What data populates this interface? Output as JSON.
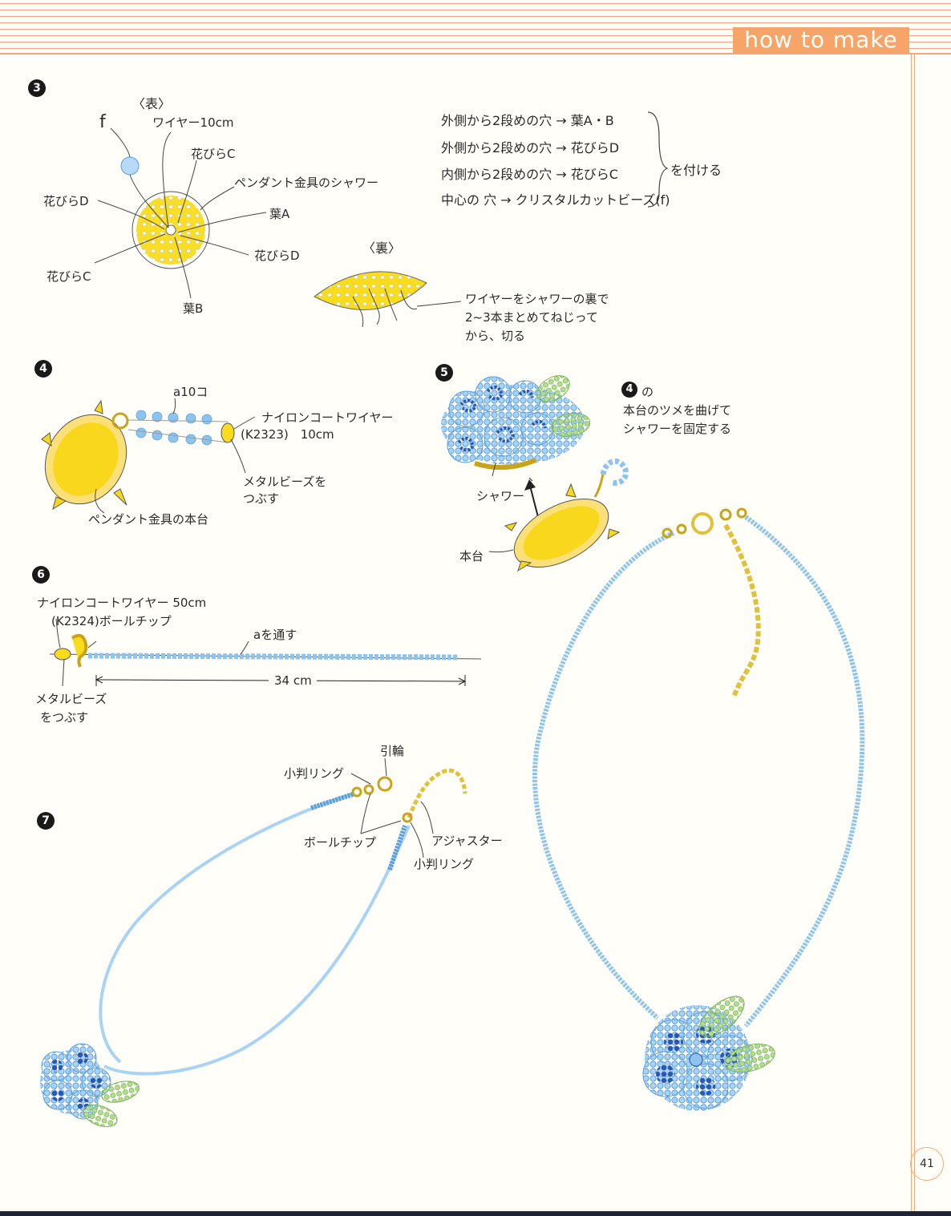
{
  "header": {
    "title": "how to make"
  },
  "page_number": "41",
  "step3": {
    "marker": "3",
    "front_label": "〈表〉",
    "back_label": "〈裏〉",
    "labels": {
      "f": "f",
      "wire": "ワイヤー10cm",
      "petal_c_top": "花びらC",
      "shower": "ペンダント金具のシャワー",
      "petal_d_left": "花びらD",
      "leaf_a": "葉A",
      "petal_d_right": "花びらD",
      "petal_c_bottom": "花びらC",
      "leaf_b": "葉B"
    },
    "instructions": [
      "外側から2段めの穴 → 葉A・B",
      "外側から2段めの穴 → 花びらD",
      "内側から2段めの穴 → 花びらC",
      "中心の 穴 → クリスタルカットビーズ(f)"
    ],
    "instructions_suffix": "を付ける",
    "back_note": [
      "ワイヤーをシャワーの裏で",
      "2~3本まとめてねじって",
      "から、切る"
    ]
  },
  "step4": {
    "marker": "4",
    "bead_count": "a10コ",
    "wire_label": [
      "ナイロンコートワイヤー",
      "(K2323)　10cm"
    ],
    "metal_bead": [
      "メタルビーズを",
      "つぶす"
    ],
    "base": "ペンダント金具の本台"
  },
  "step5": {
    "marker": "5",
    "note_ref": "4",
    "note_ref_suffix": "の",
    "note": [
      "本台のツメを曲げて",
      "シャワーを固定する"
    ],
    "shower": "シャワー",
    "base": "本台"
  },
  "step6": {
    "marker": "6",
    "wire_label": "ナイロンコートワイヤー 50cm",
    "ball_tip": "(K2324)ボールチップ",
    "thread_a": "aを通す",
    "length": "34 cm",
    "metal_bead": [
      "メタルビーズ",
      "をつぶす"
    ]
  },
  "step7": {
    "marker": "7",
    "ring_top": "小判リング",
    "clasp": "引輪",
    "ball_tip": "ボールチップ",
    "adjuster": "アジャスター",
    "ring_bottom": "小判リング"
  },
  "colors": {
    "accent": "#f7a469",
    "yellow": "#f9dc1e",
    "bead_light": "#8cc4ef",
    "bead_dark": "#2a56b6",
    "leaf": "#9cd07a"
  }
}
